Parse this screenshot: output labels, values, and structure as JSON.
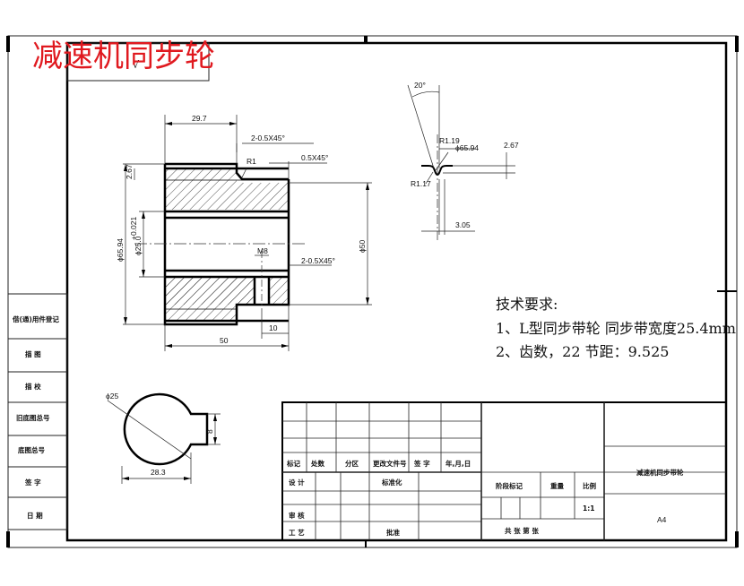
{
  "drawing_title": "减速机同步轮",
  "box_mark": "√",
  "technical_requirements": {
    "heading": "技术要求:",
    "line1": "1、L型同步带轮  同步带宽度25.4mm",
    "line2": "2、齿数，22  节距：9.525"
  },
  "dimensions": {
    "d_29_7": "29.7",
    "chamfer_top": "2-0.5X45°",
    "chamfer_right": "0.5X45°",
    "r1": "R1",
    "d_2_67_left": "2.67",
    "d_phi65_94": "ϕ65.94",
    "d_phi25": "ϕ25.0",
    "d_tol": "+0.021",
    "d_phi50": "ϕ50",
    "d_m8": "M8",
    "chamfer_mid": "2-0.5X45°",
    "d_10": "10",
    "d_50": "50",
    "angle_20": "20°",
    "r1_19": "R1.19",
    "phi65_94_detail": "ϕ65.94",
    "d_2_67_detail": "2.67",
    "r1_17": "R1.17",
    "d_3_05": "3.05",
    "phi25_section": "ϕ25",
    "d_28_3": "28.3",
    "d_8": "8"
  },
  "side_labels": [
    "借(通)用件登记",
    "描  图",
    "描  校",
    "旧底图总号",
    "底图总号",
    "签  字",
    "日  期"
  ],
  "title_block": {
    "name": "减速机同步带轮",
    "row_labels": [
      "标记",
      "处数",
      "分区",
      "更改文件号",
      "签  字",
      "年,月,日"
    ],
    "design": "设  计",
    "standardize": "标准化",
    "review": "审  核",
    "process": "工  艺",
    "approve": "批准",
    "stage_mark": "阶段标记",
    "weight": "重量",
    "scale": "比例",
    "scale_value": "1:1",
    "sheets": "共    张  第    张",
    "format": "A4"
  }
}
